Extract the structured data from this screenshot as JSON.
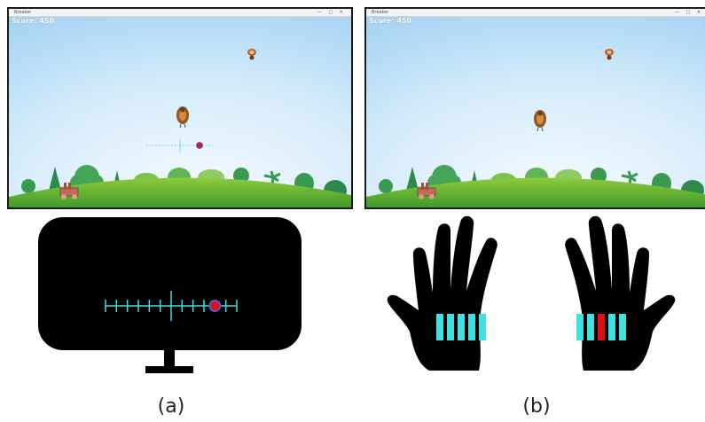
{
  "game": {
    "window_title": "Breaker",
    "window_controls": "— □ ✕",
    "score_label": "Score: 450"
  },
  "captions": {
    "a": "(a)",
    "b": "(b)"
  },
  "colors": {
    "sky_top": "#a9d6f5",
    "sky_bottom": "#f2f9ff",
    "cyan_scale": "#40e0e0",
    "marker_red": "#e01010",
    "marker_ring": "#4a5fc0",
    "hand_black": "#000000",
    "ground_green": "#5bb431"
  },
  "icons": {
    "bird": "turkey-icon",
    "balloon": "flying-creature-icon",
    "cart": "cart-icon",
    "monitor": "monitor-icon",
    "hand": "hand-icon"
  },
  "feedback": {
    "visual_scale_ticks": 13,
    "visual_marker_tick": 10,
    "left_hand_bars": 5,
    "right_hand_bars": 5,
    "right_hand_active_bar": 3
  }
}
